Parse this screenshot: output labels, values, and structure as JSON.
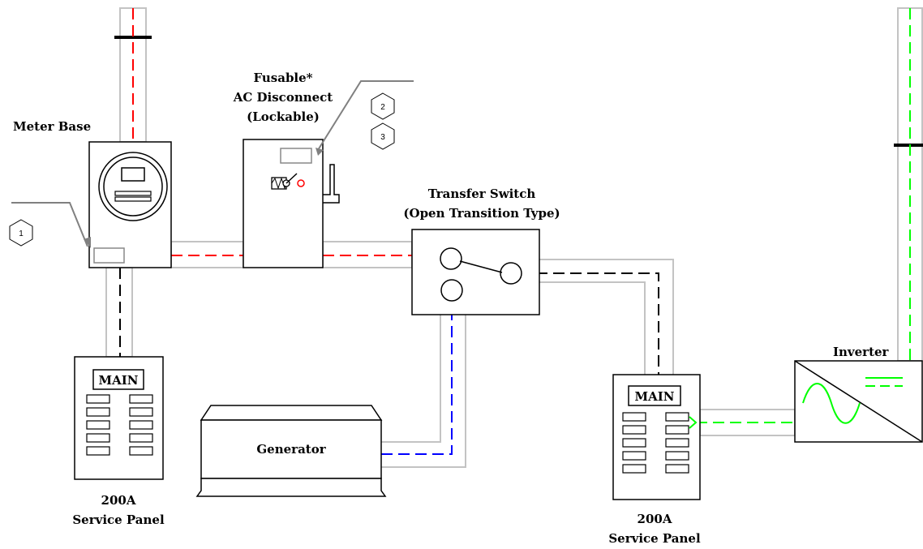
{
  "labels": {
    "meter_base": "Meter Base",
    "disconnect_line1": "Fusable*",
    "disconnect_line2": "AC Disconnect",
    "disconnect_line3": "(Lockable)",
    "transfer_line1": "Transfer Switch",
    "transfer_line2": "(Open Transition Type)",
    "generator": "Generator",
    "inverter": "Inverter",
    "panel_left_main": "MAIN",
    "panel_left_line1": "200A",
    "panel_left_line2": "Service Panel",
    "panel_right_main": "MAIN",
    "panel_right_line1": "200A",
    "panel_right_line2": "Service Panel"
  },
  "callouts": {
    "c1": "1",
    "c2": "2",
    "c3": "3"
  },
  "colors": {
    "utility_wire": "#ff0000",
    "load_wire": "#000000",
    "generator_wire": "#0000ff",
    "solar_wire": "#00ff00",
    "conduit": "#c3c3c3",
    "leader": "#808080"
  }
}
